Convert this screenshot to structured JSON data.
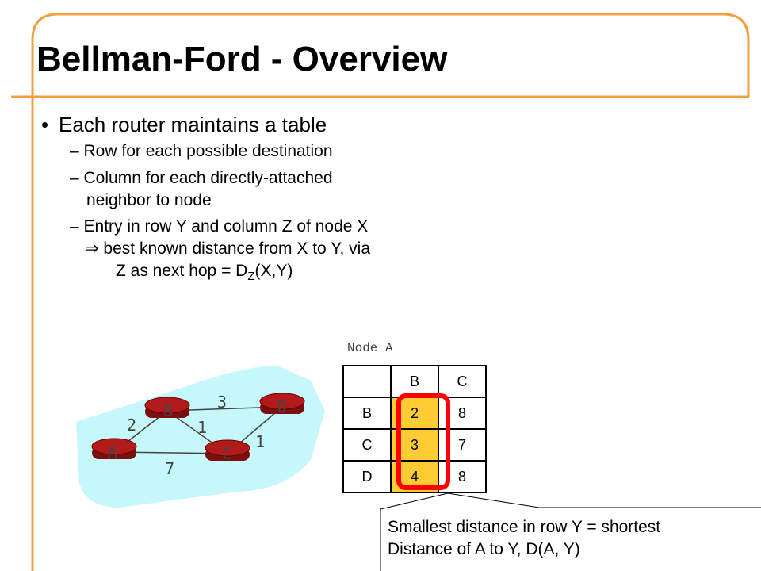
{
  "slide": {
    "title": "Bellman-Ford - Overview",
    "bullet_mark": "•",
    "bullet": "Each router maintains a table",
    "subpoints": [
      "– Row for each possible destination",
      "– Column for each directly-attached",
      "neighbor to node",
      "– Entry in row Y and column Z of node X",
      "⇒ best known distance from X to Y, via",
      "Z as next hop = D",
      "Z",
      "(X,Y)"
    ]
  },
  "network": {
    "nodes": [
      "A",
      "B",
      "C",
      "D"
    ],
    "links": [
      {
        "from": "A",
        "to": "B",
        "cost": "2"
      },
      {
        "from": "B",
        "to": "D",
        "cost": "3"
      },
      {
        "from": "B",
        "to": "C",
        "cost": "1"
      },
      {
        "from": "C",
        "to": "D",
        "cost": "1"
      },
      {
        "from": "A",
        "to": "C",
        "cost": "7"
      }
    ],
    "colors": {
      "cloud": "#c6f7fa",
      "router": "#b31a1a"
    }
  },
  "table": {
    "caption": "Node A",
    "columns": [
      "B",
      "C"
    ],
    "rows": [
      {
        "dest": "B",
        "values": [
          "2",
          "8"
        ]
      },
      {
        "dest": "C",
        "values": [
          "3",
          "7"
        ]
      },
      {
        "dest": "D",
        "values": [
          "4",
          "8"
        ]
      }
    ],
    "highlight_color": "#ffcc33",
    "box_color": "#ff0000"
  },
  "callout": {
    "line1": "Smallest distance in row Y = shortest",
    "line2": "Distance of A to Y, D(A, Y)"
  },
  "theme": {
    "frame_color": "#f0a040"
  }
}
